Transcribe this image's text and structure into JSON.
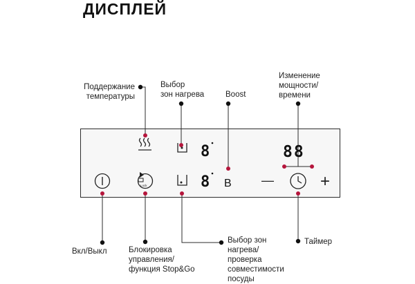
{
  "title": "ДИСПЛЕЙ",
  "labels": {
    "keep_warm": [
      "Поддержание",
      "температуры"
    ],
    "zone_select": [
      "Выбор",
      "зон нагрева"
    ],
    "boost": "Boost",
    "power_time": [
      "Изменение",
      "мощности/",
      "времени"
    ],
    "on_off": "Вкл/Выкл",
    "lock": [
      "Блокировка",
      "управления/",
      "функция Stop&Go"
    ],
    "zone_check": [
      "Выбор зон",
      "нагрева/",
      "проверка",
      "совместимости",
      "посуды"
    ],
    "timer": "Таймер"
  },
  "display": {
    "zone1_digit": "8",
    "zone2_digit": "8",
    "timer_digits": "88",
    "boost_letter": "B",
    "lock_badge": "Lock",
    "minus": "—",
    "plus": "+"
  },
  "colors": {
    "accent": "#b5163c",
    "line": "#2b2b2b",
    "panel": "#f7f7f7"
  }
}
